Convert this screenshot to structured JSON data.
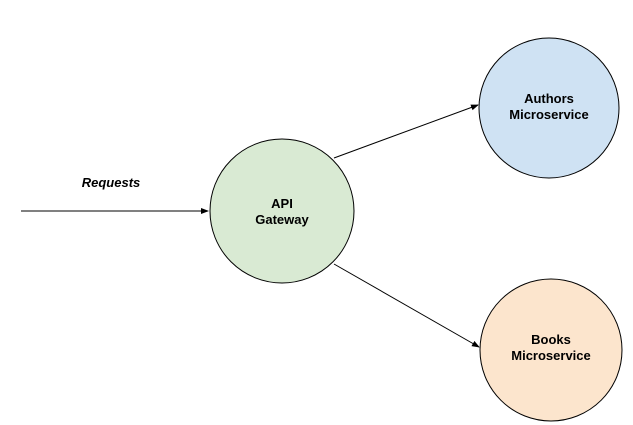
{
  "requests_label": "Requests",
  "nodes": {
    "gateway": {
      "line1": "API",
      "line2": "Gateway",
      "fill": "#d9ead3"
    },
    "authors": {
      "line1": "Authors",
      "line2": "Microservice",
      "fill": "#cfe2f3"
    },
    "books": {
      "line1": "Books",
      "line2": "Microservice",
      "fill": "#fce5cd"
    }
  }
}
